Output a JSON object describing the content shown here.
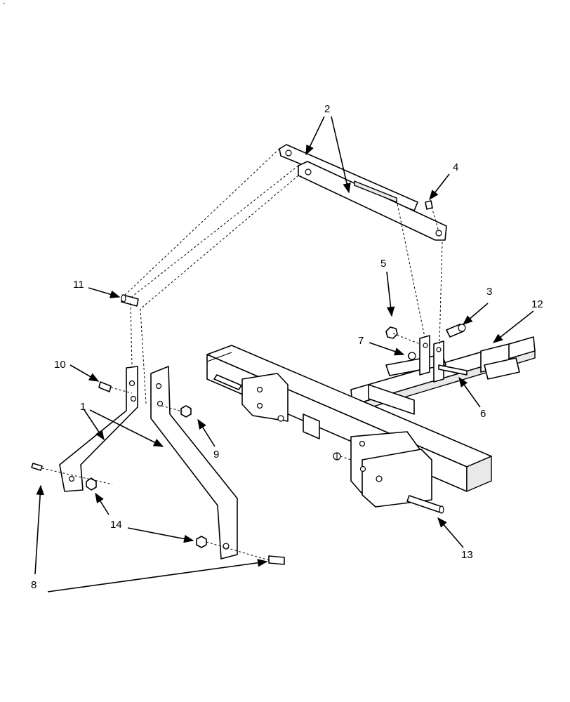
{
  "corner_mark": "-",
  "callouts": {
    "c1": "1",
    "c2": "2",
    "c3": "3",
    "c4": "4",
    "c5": "5",
    "c6": "6",
    "c7": "7",
    "c8": "8",
    "c9": "9",
    "c10": "10",
    "c11": "11",
    "c12": "12",
    "c13": "13",
    "c14": "14"
  }
}
